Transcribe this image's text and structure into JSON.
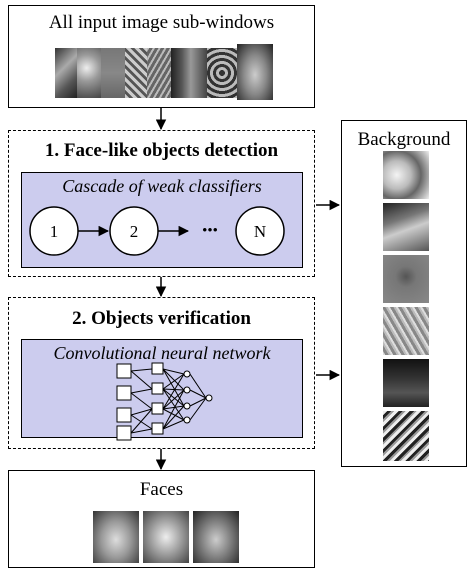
{
  "input": {
    "title": "All input image sub-windows",
    "thumb_count": 7
  },
  "stage1": {
    "title": "1. Face-like objects detection",
    "subtitle": "Cascade of weak classifiers",
    "nodes": [
      "1",
      "2",
      "N"
    ],
    "ellipsis": "•••"
  },
  "stage2": {
    "title": "2. Objects verification",
    "subtitle": "Convolutional neural network"
  },
  "background": {
    "title": "Background",
    "thumb_count": 6
  },
  "faces": {
    "title": "Faces",
    "thumb_count": 3
  }
}
